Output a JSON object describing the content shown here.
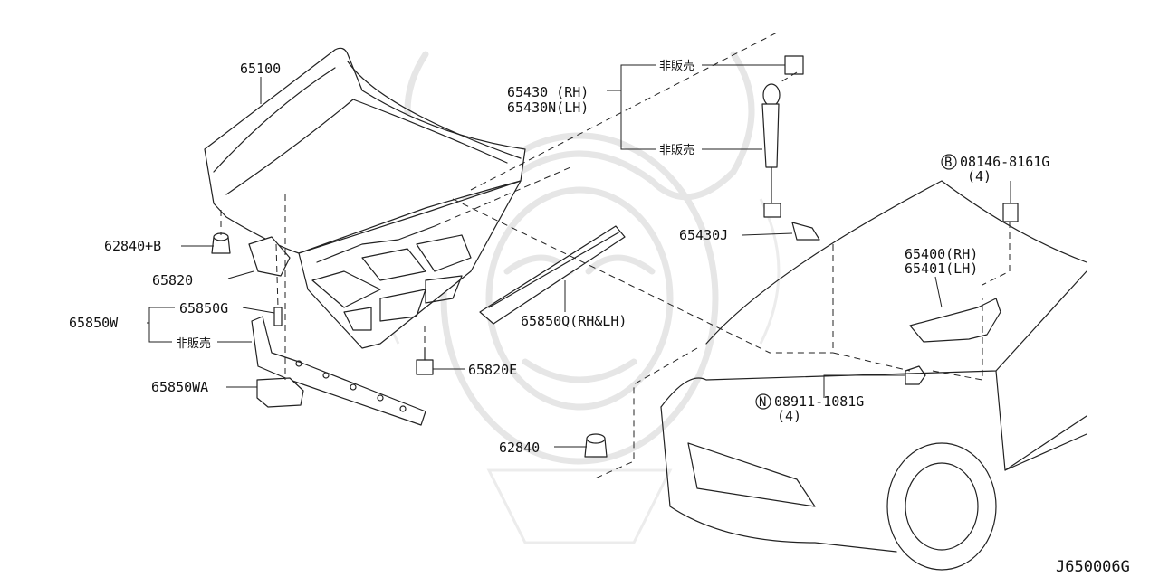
{
  "diagram_id": "J650006G",
  "labels": {
    "hood": "65100",
    "bumper_rubber_b": "62840+B",
    "hood_insulator_clip": "65820",
    "weatherstrip_assy": "65850W",
    "seal_clip": "65850G",
    "not_for_sale_1": "非販売",
    "weatherstrip_a": "65850WA",
    "clip_e": "65820E",
    "seal_q": "65850Q(RH&LH)",
    "bumper_rubber": "62840",
    "stay_rh": "65430 (RH)",
    "stay_lh": "65430N(LH)",
    "not_for_sale_top": "非販売",
    "not_for_sale_mid": "非販売",
    "stay_j": "65430J",
    "bolt": "08146-8161G",
    "bolt_qty": "(4)",
    "bolt_prefix": "B",
    "hinge_rh": "65400(RH)",
    "hinge_lh": "65401(LH)",
    "nut": "08911-1081G",
    "nut_qty": "(4)",
    "nut_prefix": "N"
  }
}
